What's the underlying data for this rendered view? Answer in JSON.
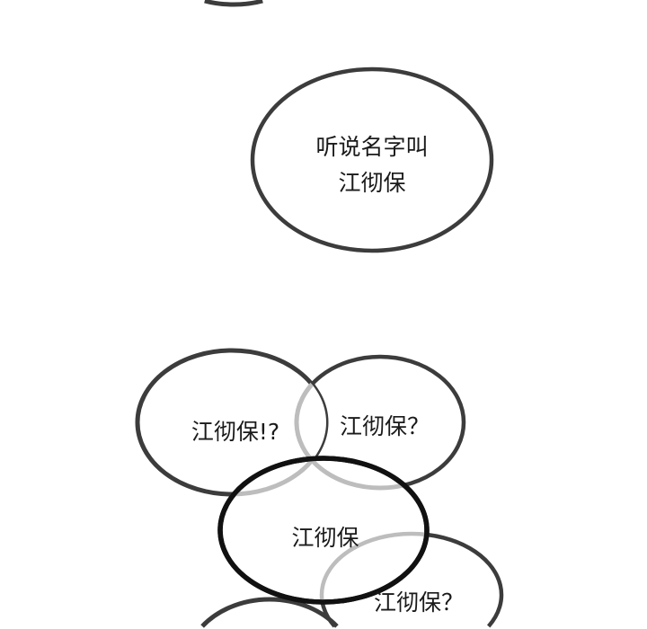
{
  "panel": {
    "bubble_main": {
      "line1": "听说名字叫",
      "line2": "江彻保"
    },
    "bubble_left": "江彻保!?",
    "bubble_right": "江彻保？",
    "bubble_center": "江彻保",
    "bubble_lower_right": "江彻保？"
  },
  "colors": {
    "outline_dark": "#3c3c3c",
    "outline_bold": "#111111",
    "outline_faded": "#bdbdbd"
  }
}
